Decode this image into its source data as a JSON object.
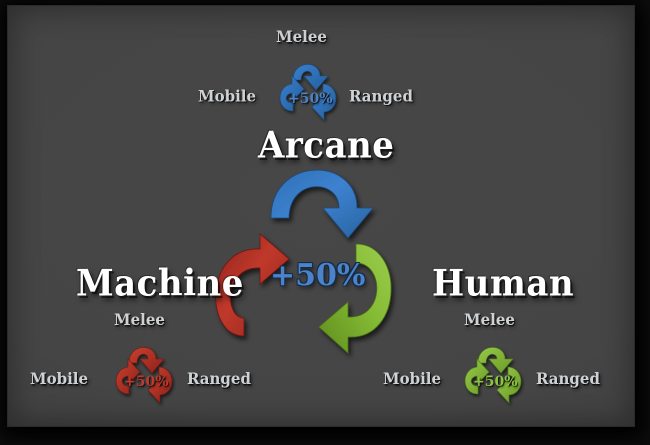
{
  "diagram": {
    "title_semantic": "faction-counter-triangle",
    "background_color": "#424242",
    "center_bonus": "+50%",
    "factions": [
      {
        "id": "arcane",
        "name": "Arcane",
        "color": "#3579c6",
        "color_dark": "#1f4f8c",
        "position": "top",
        "bonus": "+50%",
        "sub_cycle": {
          "bonus": "+50%",
          "top_label": "Melee",
          "left_label": "Mobile",
          "right_label": "Ranged"
        }
      },
      {
        "id": "machine",
        "name": "Machine",
        "color": "#c0392b",
        "color_dark": "#7c1c16",
        "position": "bottom-left",
        "bonus": "+50%",
        "sub_cycle": {
          "bonus": "+50%",
          "top_label": "Melee",
          "left_label": "Mobile",
          "right_label": "Ranged"
        }
      },
      {
        "id": "human",
        "name": "Human",
        "color": "#8cc63f",
        "color_dark": "#5e8c1f",
        "position": "bottom-right",
        "bonus": "+50%",
        "sub_cycle": {
          "bonus": "+50%",
          "top_label": "Melee",
          "left_label": "Mobile",
          "right_label": "Ranged"
        }
      }
    ],
    "arrows": [
      {
        "id": "arcane-to-human",
        "from": "Arcane",
        "to": "Human",
        "color": "#3579c6",
        "bonus": "+50%"
      },
      {
        "id": "human-to-machine",
        "from": "Human",
        "to": "Machine",
        "color": "#8cc63f",
        "bonus": "+50%"
      },
      {
        "id": "machine-to-arcane",
        "from": "Machine",
        "to": "Arcane",
        "color": "#c0392b",
        "bonus": "+50%"
      }
    ]
  }
}
